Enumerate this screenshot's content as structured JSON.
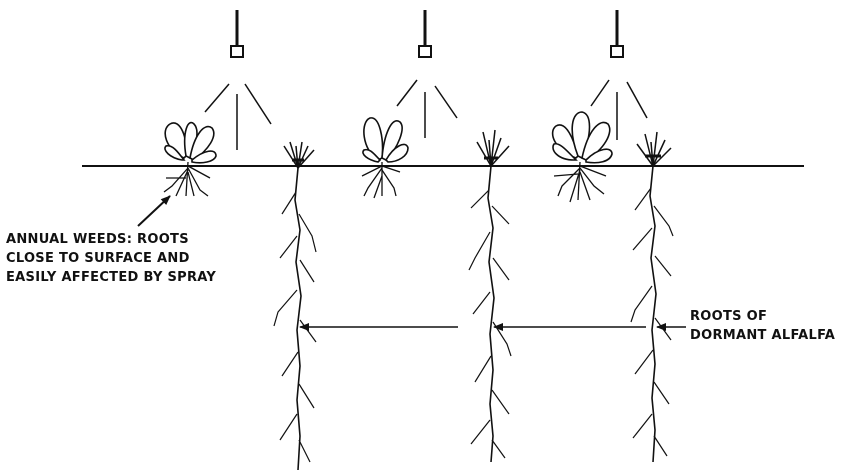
{
  "diagram": {
    "weeds_label": {
      "lines": [
        "ANNUAL WEEDS: ROOTS",
        "CLOSE TO SURFACE AND",
        "EASILY AFFECTED BY SPRAY"
      ]
    },
    "alfalfa_label": {
      "lines": [
        "ROOTS OF",
        "DORMANT ALFALFA"
      ]
    },
    "ink_color": "#111111",
    "background_color": "#ffffff",
    "spray_nozzle_count": 3,
    "weed_plant_count": 3,
    "alfalfa_plant_count": 3
  }
}
